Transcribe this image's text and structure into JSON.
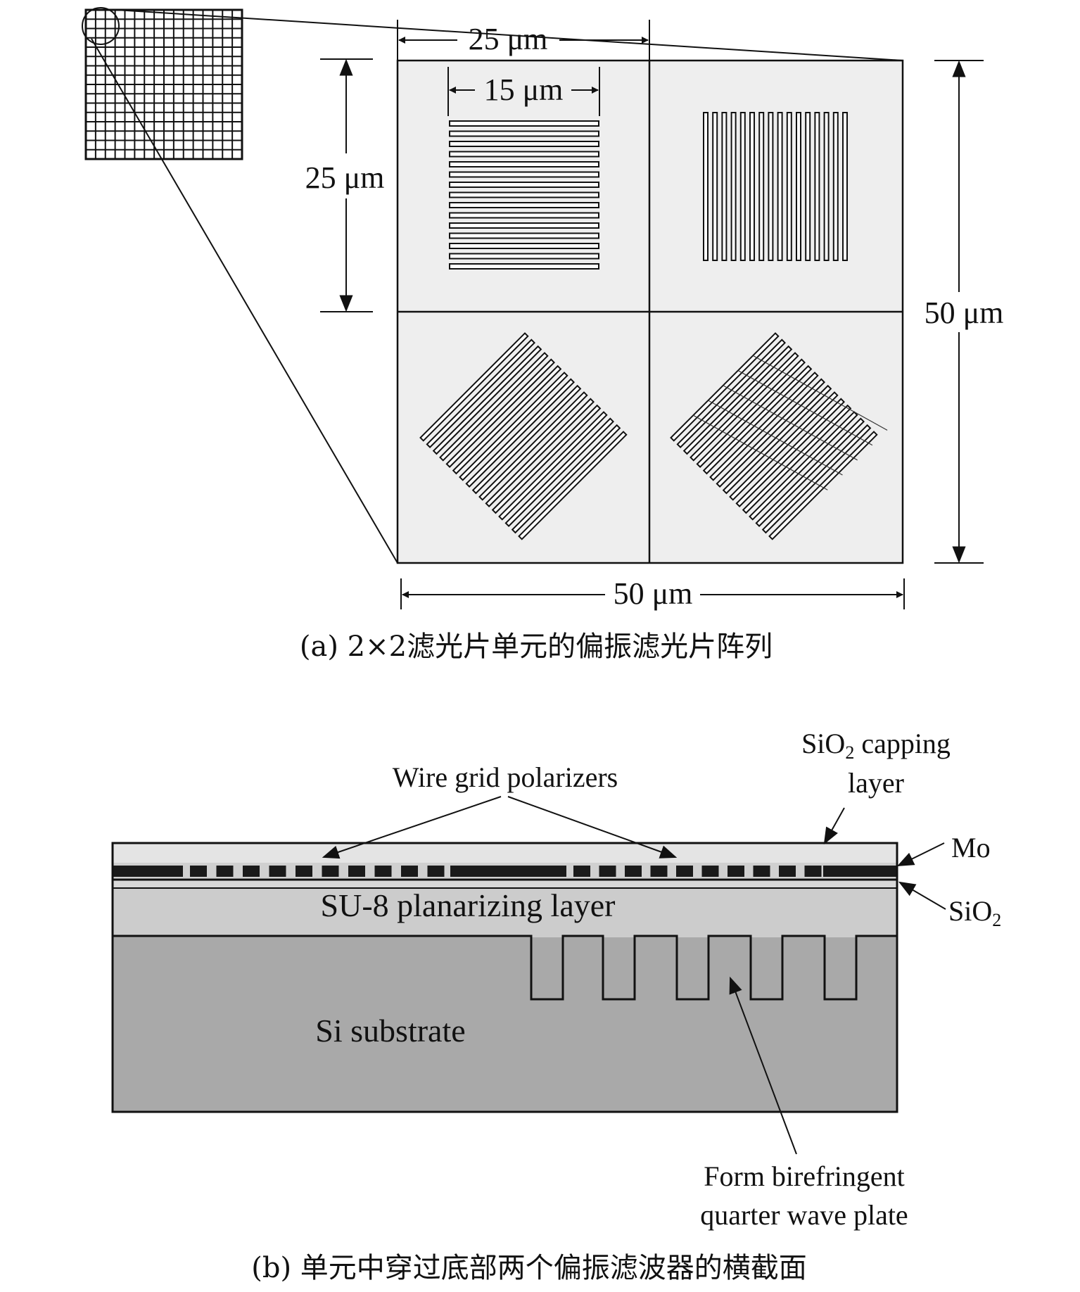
{
  "panel_a": {
    "dim_cell_width": "25 μm",
    "dim_grating_width": "15 μm",
    "dim_cell_height": "25 μm",
    "dim_total_height": "50 μm",
    "dim_total_width": "50 μm",
    "caption": "(a) 2×2滤光片单元的偏振滤光片阵列"
  },
  "panel_b": {
    "label_wire_grid": "Wire grid polarizers",
    "label_capping_main": "SiO",
    "label_capping_sub": "2",
    "label_capping_rest": " capping",
    "label_capping_line2": "layer",
    "label_mo": "Mo",
    "label_sio2_main": "SiO",
    "label_sio2_sub": "2",
    "label_su8": "SU-8 planarizing layer",
    "label_si": "Si substrate",
    "label_form_line1": "Form birefringent",
    "label_form_line2": "quarter wave plate",
    "caption": "(b) 单元中穿过底部两个偏振滤波器的横截面"
  },
  "colors": {
    "ink": "#111111",
    "cell_fill": "#eeeeee",
    "capping_fill": "#e4e4e4",
    "su8_fill": "#cccccc",
    "si_fill": "#a9a9a9"
  }
}
